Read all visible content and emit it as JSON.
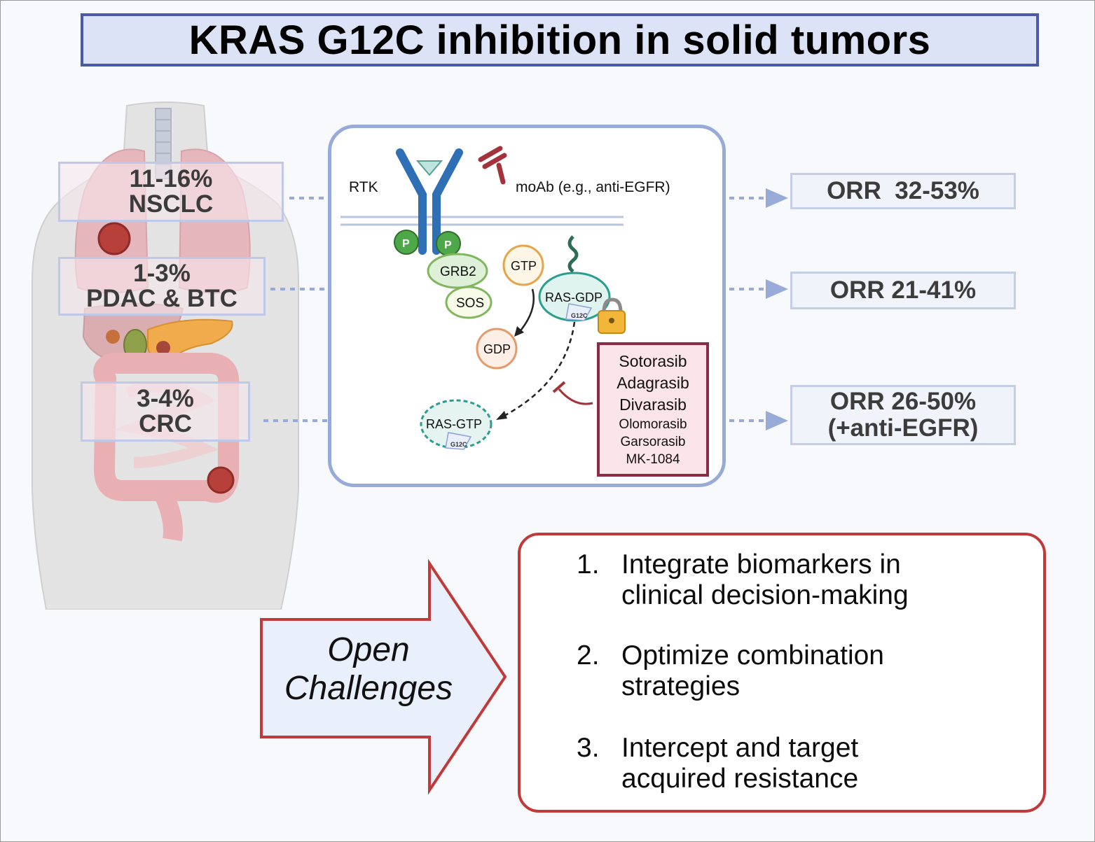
{
  "title": "KRAS G12C inhibition in solid tumors",
  "prevalence": [
    {
      "percent": "11-16%",
      "tumor": "NSCLC"
    },
    {
      "percent": "1-3%",
      "tumor": "PDAC & BTC"
    },
    {
      "percent": "3-4%",
      "tumor": "CRC"
    }
  ],
  "pathway": {
    "rtk": "RTK",
    "moab": "moAb (e.g., anti-EGFR)",
    "phospho": "P",
    "grb2": "GRB2",
    "sos": "SOS",
    "gtp": "GTP",
    "gdp": "GDP",
    "ras_gdp": "RAS-GDP",
    "ras_gtp": "RAS-GTP",
    "mutation": "G12C"
  },
  "drugs": [
    "Sotorasib",
    "Adagrasib",
    "Divarasib",
    "Olomorasib",
    "Garsorasib",
    "MK-1084"
  ],
  "orr": [
    {
      "line1": "ORR  32-53%",
      "line2": ""
    },
    {
      "line1": "ORR 21-41%",
      "line2": ""
    },
    {
      "line1": "ORR 26-50%",
      "line2": "(+anti-EGFR)"
    }
  ],
  "open_challenges": {
    "line1": "Open",
    "line2": "Challenges"
  },
  "challenges": [
    {
      "num": "1.",
      "line1": "Integrate biomarkers in",
      "line2": "clinical decision-making"
    },
    {
      "num": "2.",
      "line1": "Optimize combination",
      "line2": "strategies"
    },
    {
      "num": "3.",
      "line1": "Intercept and target",
      "line2": "acquired resistance"
    }
  ],
  "colors": {
    "title_border": "#4b5aa6",
    "title_fill": "#dde3f6",
    "pathway_border": "#98abd8",
    "drug_border": "#8b2b45",
    "challenge_border": "#c03a3a",
    "arrow_fill": "#e9f0fb",
    "receptor": "#2f6fb5",
    "phospho": "#4ea84a"
  }
}
